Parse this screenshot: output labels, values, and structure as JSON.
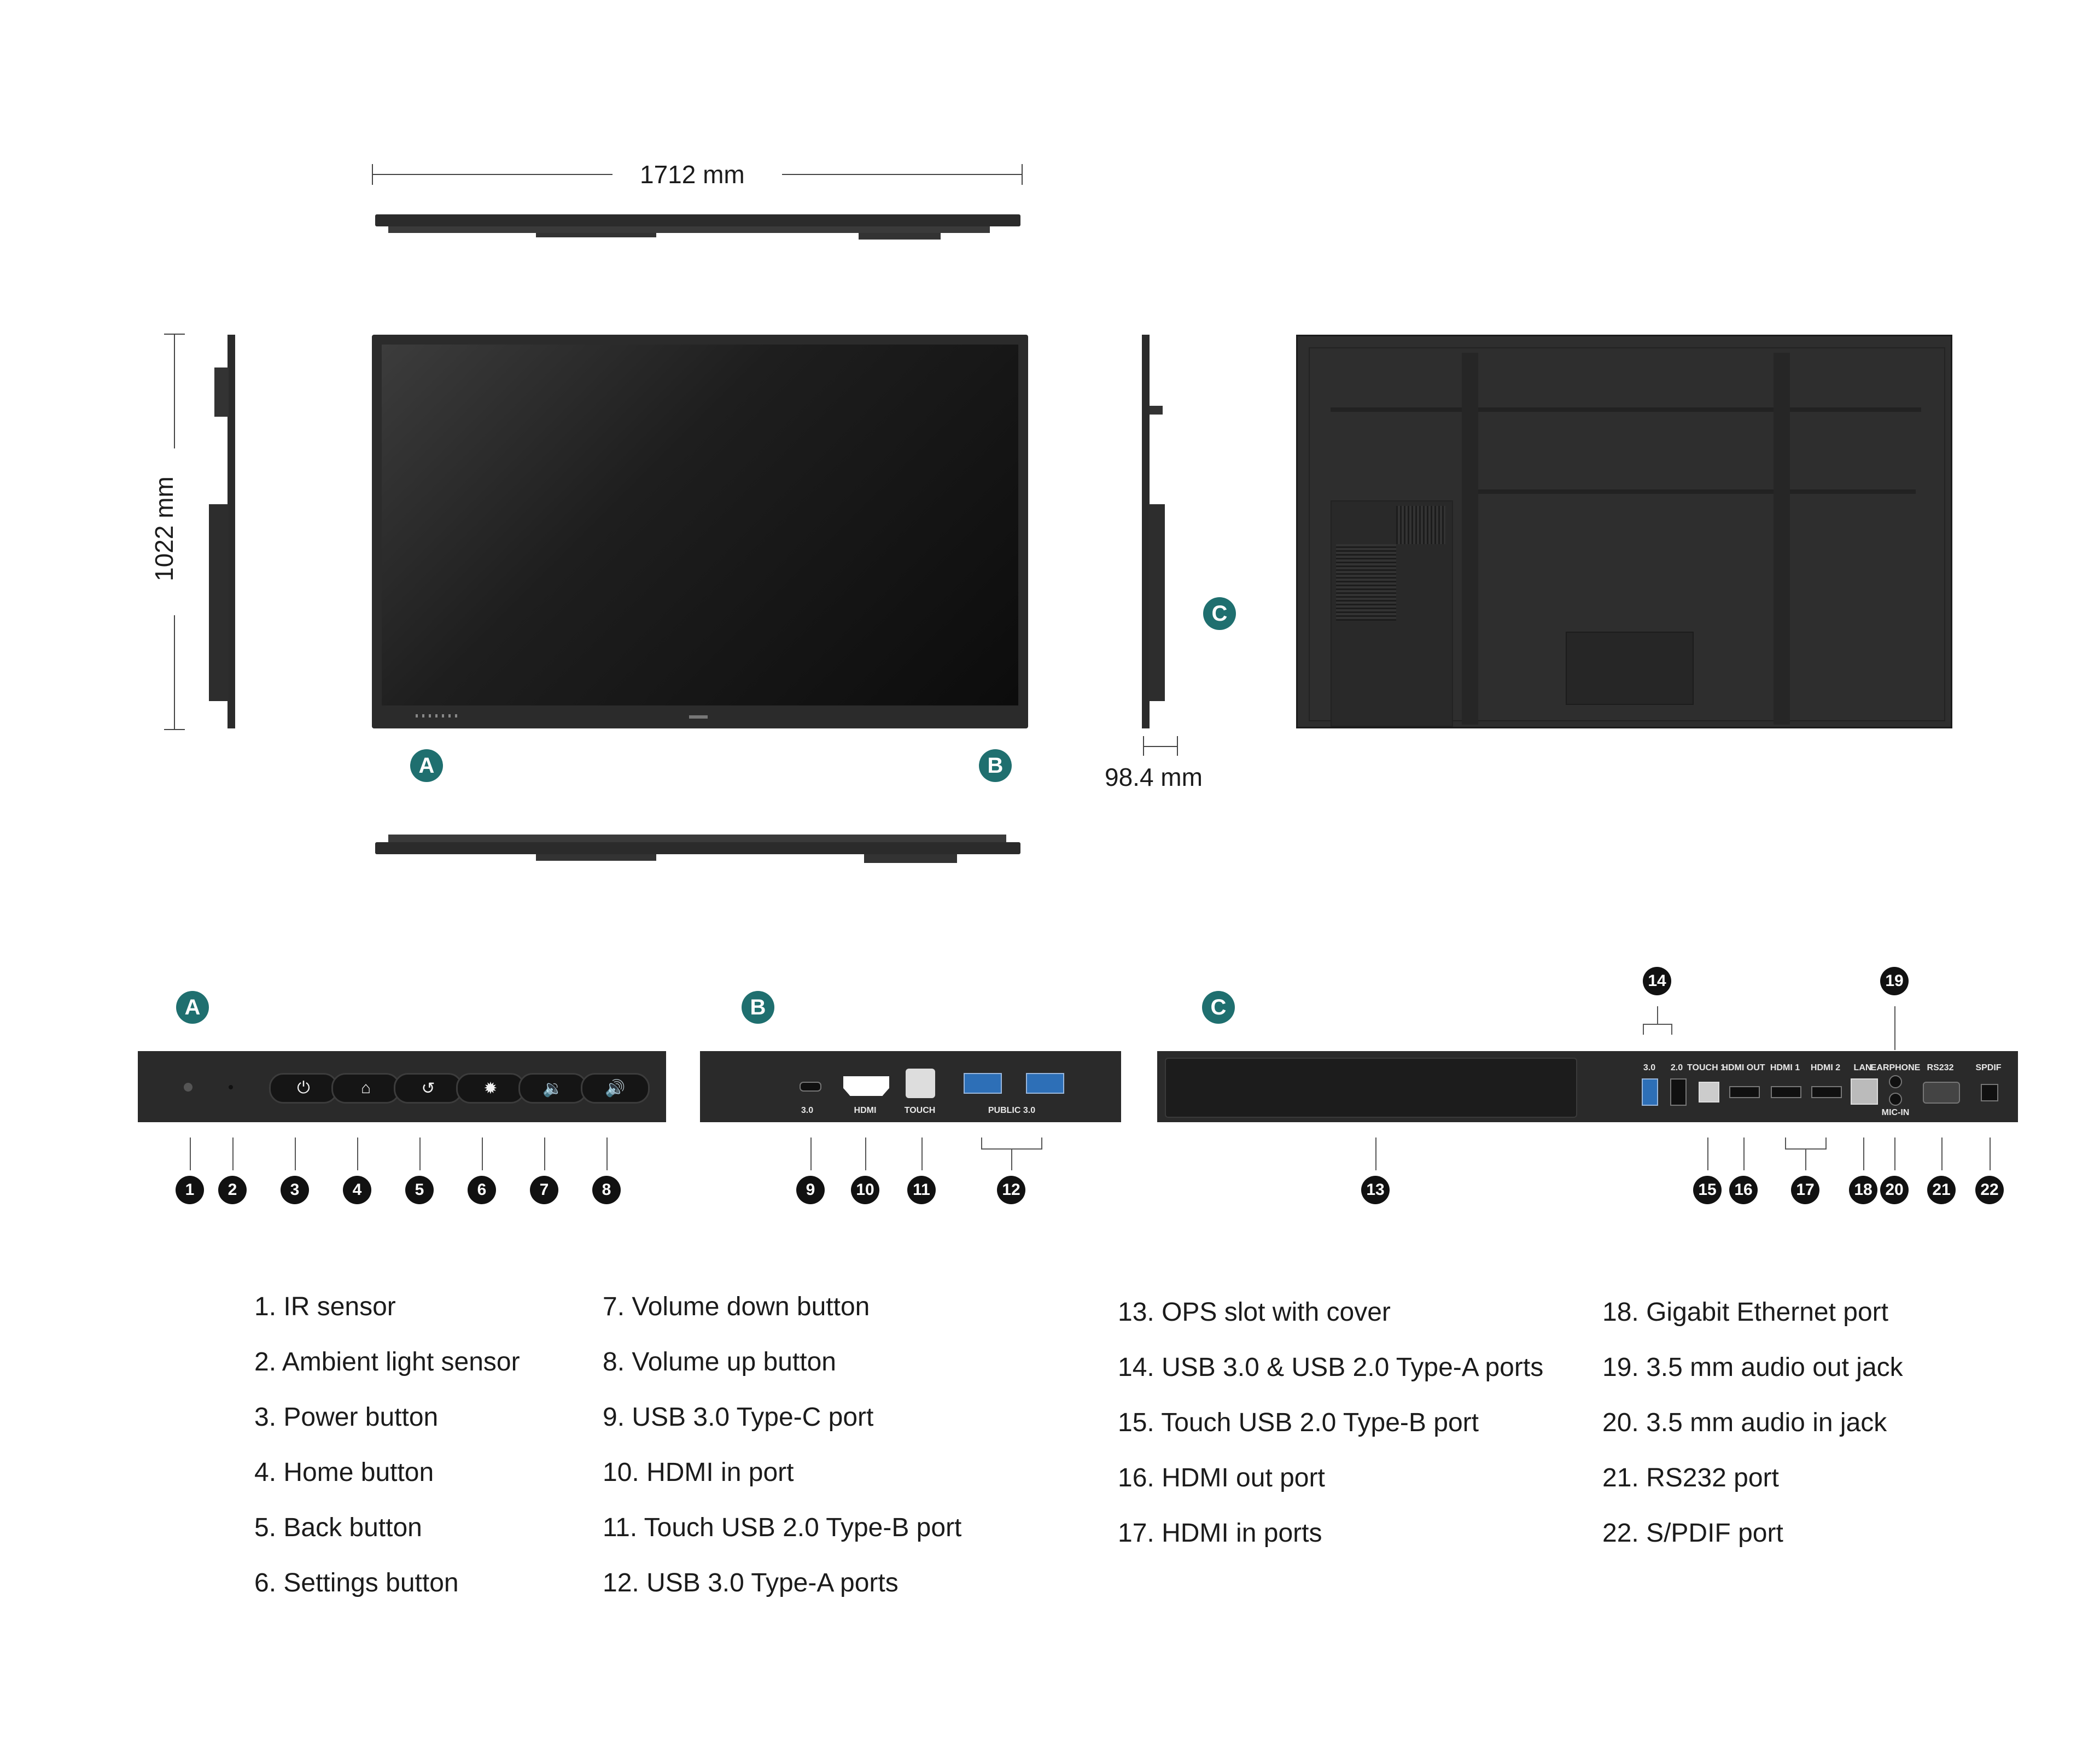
{
  "dimensions": {
    "width": "1712 mm",
    "height": "1022 mm",
    "depth": "98.4 mm"
  },
  "callouts": {
    "a": "A",
    "b": "B",
    "c": "C"
  },
  "front_panel": {
    "badge": "A",
    "numbers": [
      "1",
      "2",
      "3",
      "4",
      "5",
      "6",
      "7",
      "8"
    ]
  },
  "side_panel": {
    "badge": "B",
    "port_labels": [
      "3.0",
      "HDMI",
      "TOUCH",
      "PUBLIC 3.0"
    ],
    "numbers": [
      "9",
      "10",
      "11",
      "12"
    ]
  },
  "rear_panel": {
    "badge": "C",
    "port_labels": [
      "3.0",
      "2.0",
      "TOUCH 1",
      "HDMI OUT",
      "HDMI 1",
      "HDMI 2",
      "LAN",
      "EARPHONE",
      "MIC-IN",
      "RS232",
      "SPDIF"
    ],
    "numbers": [
      "13",
      "14",
      "15",
      "16",
      "17",
      "18",
      "19",
      "20",
      "21",
      "22"
    ]
  },
  "legend": {
    "col1": [
      "1. IR sensor",
      "2. Ambient light sensor",
      "3. Power button",
      "4. Home button",
      "5. Back button",
      "6. Settings button"
    ],
    "col2": [
      "7. Volume down button",
      "8. Volume up button",
      "9. USB 3.0 Type-C port",
      "10. HDMI in port",
      "11. Touch USB 2.0 Type-B port",
      "12. USB 3.0 Type-A ports"
    ],
    "col3": [
      "13. OPS slot with cover",
      "14. USB 3.0 & USB 2.0 Type-A ports",
      "15. Touch USB 2.0 Type-B port",
      "16. HDMI out port",
      "17. HDMI in ports"
    ],
    "col4": [
      "18. Gigabit Ethernet port",
      "19. 3.5 mm audio out jack",
      "20. 3.5 mm audio in jack",
      "21. RS232 port",
      "22. S/PDIF port"
    ]
  },
  "button_icons": [
    "power-icon",
    "home-icon",
    "back-icon",
    "settings-icon",
    "volume-down-icon",
    "volume-up-icon"
  ],
  "colors": {
    "badge": "#1f6f6f",
    "panel": "#2a2a2a",
    "bezel": "#2b2b2b"
  }
}
